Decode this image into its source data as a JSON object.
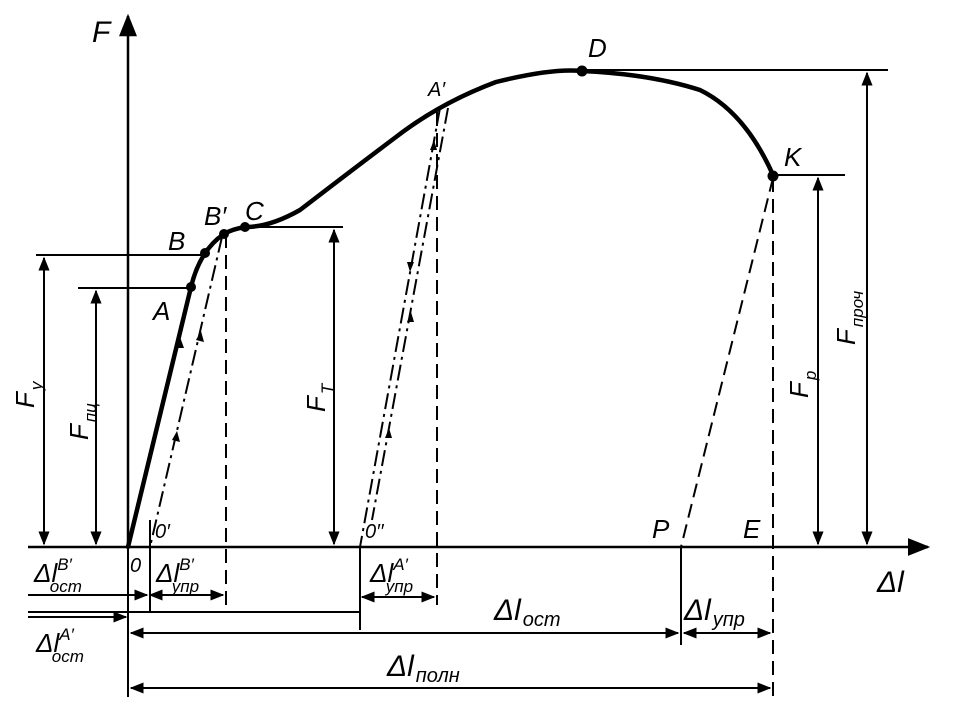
{
  "axes": {
    "y_label": "F",
    "x_label": "Δl"
  },
  "points": {
    "O": "0",
    "O1": "0′",
    "O2": "0′′",
    "A": "A",
    "B": "B",
    "B1": "B′",
    "C": "C",
    "A1": "A′",
    "D": "D",
    "K": "K",
    "P": "P",
    "E": "E"
  },
  "forces": {
    "Fy": {
      "main": "F",
      "sub": "y"
    },
    "Fpc": {
      "main": "F",
      "sub": "пц"
    },
    "FT": {
      "main": "F",
      "sub": "T"
    },
    "Fp": {
      "main": "F",
      "sub": "p"
    },
    "Fproch": {
      "main": "F",
      "sub": "проч"
    }
  },
  "elongations": {
    "ost_B": {
      "main": "Δl",
      "sub": "ост",
      "sup": "B′"
    },
    "upr_B": {
      "main": "Δl",
      "sub": "упр",
      "sup": "B′"
    },
    "upr_A": {
      "main": "Δl",
      "sub": "упр",
      "sup": "A′"
    },
    "ost_A": {
      "main": "Δl",
      "sub": "ост",
      "sup": "A′"
    },
    "ost": {
      "main": "Δl",
      "sub": "ост"
    },
    "upr": {
      "main": "Δl",
      "sub": "упр"
    },
    "poln": {
      "main": "Δl",
      "sub": "полн"
    }
  }
}
